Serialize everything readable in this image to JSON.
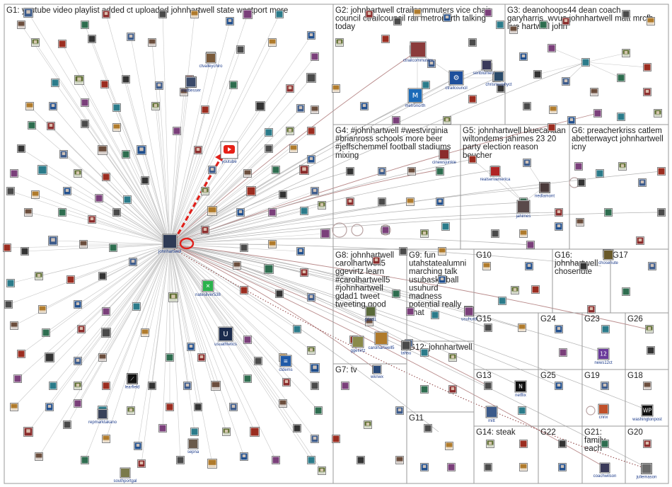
{
  "groups": [
    {
      "id": "G1",
      "label": [
        "G1: youtube video playlist added ct uploaded johnhartwell state westport more"
      ]
    },
    {
      "id": "G2",
      "label": [
        "G2: johnhartwell ctrailcommuters vice chair",
        "council ctrailcouncil rail metronorth talking",
        "today"
      ]
    },
    {
      "id": "G3",
      "label": [
        "G3: deanohoops44 dean coach",
        "garyharris_wvua johnhartwell matt mrcfb",
        "live hartwell john"
      ]
    },
    {
      "id": "G4",
      "label": [
        "G4: #johnhartwell #westvirginia",
        "#brianross schools more beer",
        "#jeffschemmel football stadiums",
        "mixing"
      ]
    },
    {
      "id": "G5",
      "label": [
        "G5: johnhartwell bluecanaan",
        "wiltondems jahimes 23 20",
        "party election reason",
        "boucher"
      ]
    },
    {
      "id": "G6",
      "label": [
        "G6: preacherkriss catlem",
        "abetterwayct johnhartwell",
        "icny"
      ]
    },
    {
      "id": "G8",
      "label": [
        "G8: johnhartwell",
        "carolhartwell5",
        "ggevirtz learn",
        "#carolhartwell5",
        "#johnhartwell",
        "gdad1 tweet",
        "tweeting good"
      ]
    },
    {
      "id": "G9",
      "label": [
        "G9: fun",
        "utahstatealumni",
        "marching talk",
        "usubasketball",
        "usuhurd",
        "madness",
        "potential really",
        "chat"
      ]
    },
    {
      "id": "G10",
      "label": [
        "G10"
      ]
    },
    {
      "id": "G16",
      "label": [
        "G16:",
        "johnhartwell",
        "chosenute"
      ]
    },
    {
      "id": "G17",
      "label": [
        "G17"
      ]
    },
    {
      "id": "G15",
      "label": [
        "G15"
      ]
    },
    {
      "id": "G24",
      "label": [
        "G24"
      ]
    },
    {
      "id": "G23",
      "label": [
        "G23"
      ]
    },
    {
      "id": "G26",
      "label": [
        "G26"
      ]
    },
    {
      "id": "G12",
      "label": [
        "G12: johnhartwell"
      ]
    },
    {
      "id": "G7",
      "label": [
        "G7: tv"
      ]
    },
    {
      "id": "G13",
      "label": [
        "G13"
      ]
    },
    {
      "id": "G25",
      "label": [
        "G25"
      ]
    },
    {
      "id": "G19",
      "label": [
        "G19"
      ]
    },
    {
      "id": "G18",
      "label": [
        "G18"
      ]
    },
    {
      "id": "G11",
      "label": [
        "G11"
      ]
    },
    {
      "id": "G14",
      "label": [
        "G14: steak"
      ]
    },
    {
      "id": "G22",
      "label": [
        "G22"
      ]
    },
    {
      "id": "G21",
      "label": [
        "G21:",
        "family",
        "each"
      ]
    },
    {
      "id": "G20",
      "label": [
        "G20"
      ]
    }
  ],
  "node_labels": {
    "johnhartwell": "johnhartwell",
    "youtube": "youtube",
    "ctvalleychiro": "ctvalleychiro",
    "mattlesser": "mattlesser",
    "natesilver538": "natesilver538",
    "usuathletics": "usuathletics",
    "ctdems": "ctdems",
    "learfield": "learfield",
    "repmarktakano": "repmarktakano",
    "sepna": "sepna",
    "southportgal": "southportgal",
    "ctrailcommuters": "ctrailcommuters",
    "senblumenthal": "senblumenthal",
    "chrismurphyct": "chrismurphyct",
    "ctrailcouncil": "ctrailcouncil",
    "metronorth": "metronorth",
    "cinewsjunkie": "cinewsjunkie",
    "realservamerica": "realservamerica",
    "nedlamont": "nedlamont",
    "jahimes": "jahimes",
    "chosenute": "chosenute",
    "gdad1": "gdad1",
    "carolhartwell5": "carolhartwell5",
    "ggevirtz": "ggevirtz",
    "tahsu": "tahsu",
    "usuhurd": "usuhurd",
    "news12ct": "news12ct",
    "mitt": "mitt",
    "netflix": "netflix",
    "cnnx": "cnnx",
    "washingtonpost": "washingtonpost",
    "coachwilson": "coachwilson",
    "juliemason": "juliemason",
    "wknwx": "wknwx"
  },
  "colors": {
    "frame": "#9a9a9a",
    "edge": "#c7c7c7",
    "highlight_edge": "#e0201a",
    "label": "#1a3a8a",
    "youtube_red": "#e62117"
  }
}
